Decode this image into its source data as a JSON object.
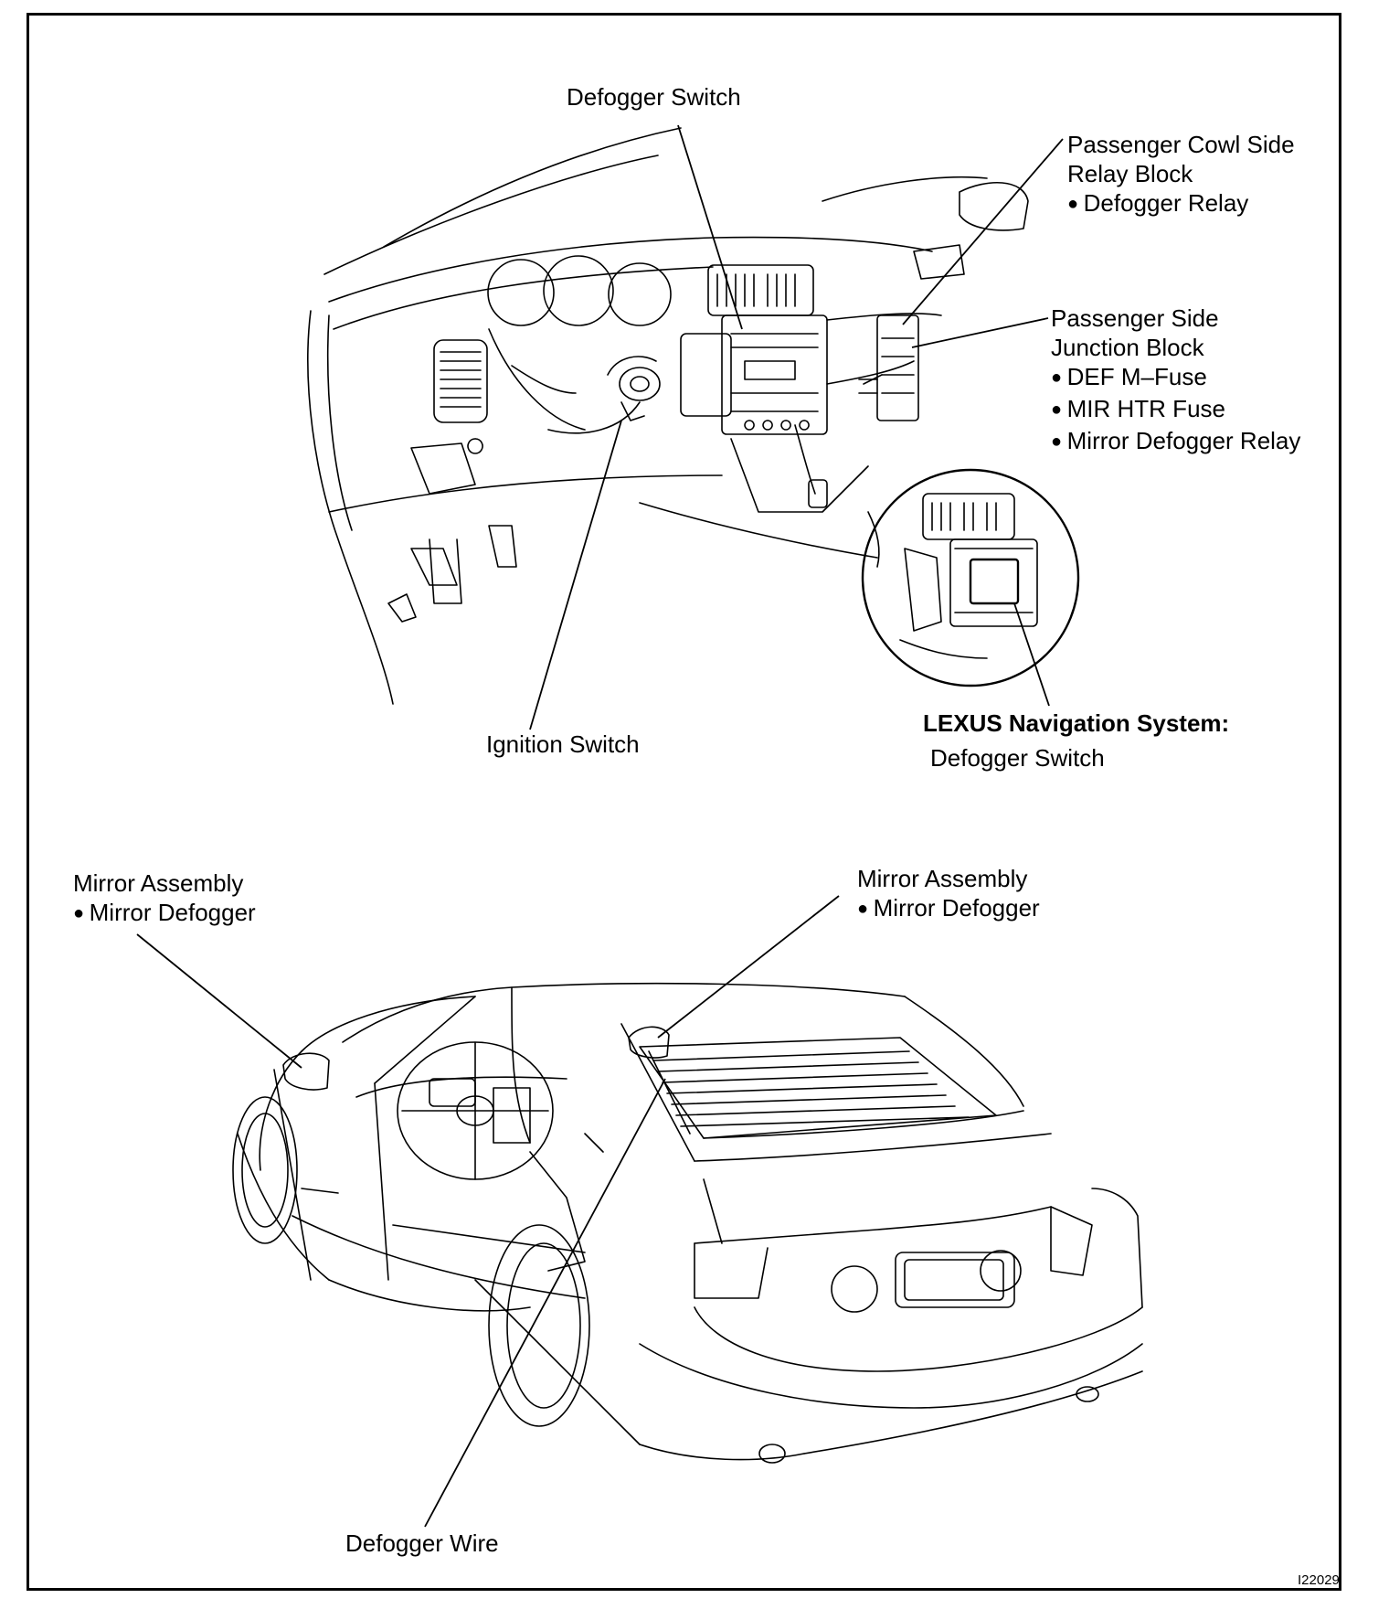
{
  "labels": {
    "defogger_switch_top": "Defogger Switch",
    "passenger_cowl": {
      "line1": "Passenger Cowl Side",
      "line2": "Relay Block",
      "item1": "Defogger Relay"
    },
    "passenger_junction": {
      "line1": "Passenger Side",
      "line2": "Junction Block",
      "item1": "DEF M–Fuse",
      "item2": "MIR HTR Fuse",
      "item3": "Mirror Defogger Relay"
    },
    "ignition_switch": "Ignition Switch",
    "lexus_nav": {
      "title": "LEXUS Navigation System:",
      "sub": "Defogger Switch"
    },
    "mirror_left": {
      "line1": "Mirror Assembly",
      "item1": "Mirror Defogger"
    },
    "mirror_right": {
      "line1": "Mirror Assembly",
      "item1": "Mirror Defogger"
    },
    "defogger_wire": "Defogger Wire",
    "figure_id": "I22029"
  }
}
